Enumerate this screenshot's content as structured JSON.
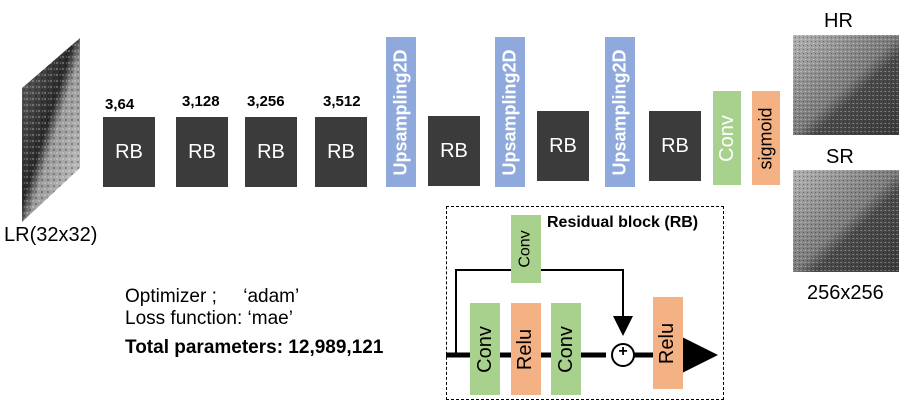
{
  "input": {
    "label": "LR(32x32)"
  },
  "blocks": {
    "rb_label": "RB",
    "upsampling_label": "Upsampling2D",
    "conv_label": "Conv",
    "sigmoid_label": "sigmoid",
    "channels": [
      "3,64",
      "3,128",
      "3,256",
      "3,512"
    ]
  },
  "outputs": {
    "hr_label": "HR",
    "sr_label": "SR",
    "size_label": "256x256"
  },
  "training": {
    "optimizer": "Optimizer ;     ‘adam’",
    "loss": "Loss function: ‘mae’",
    "params": "Total parameters: 12,989,121"
  },
  "residual_block": {
    "title": "Residual block (RB)",
    "conv": "Conv",
    "relu": "Relu",
    "plus": "+"
  }
}
